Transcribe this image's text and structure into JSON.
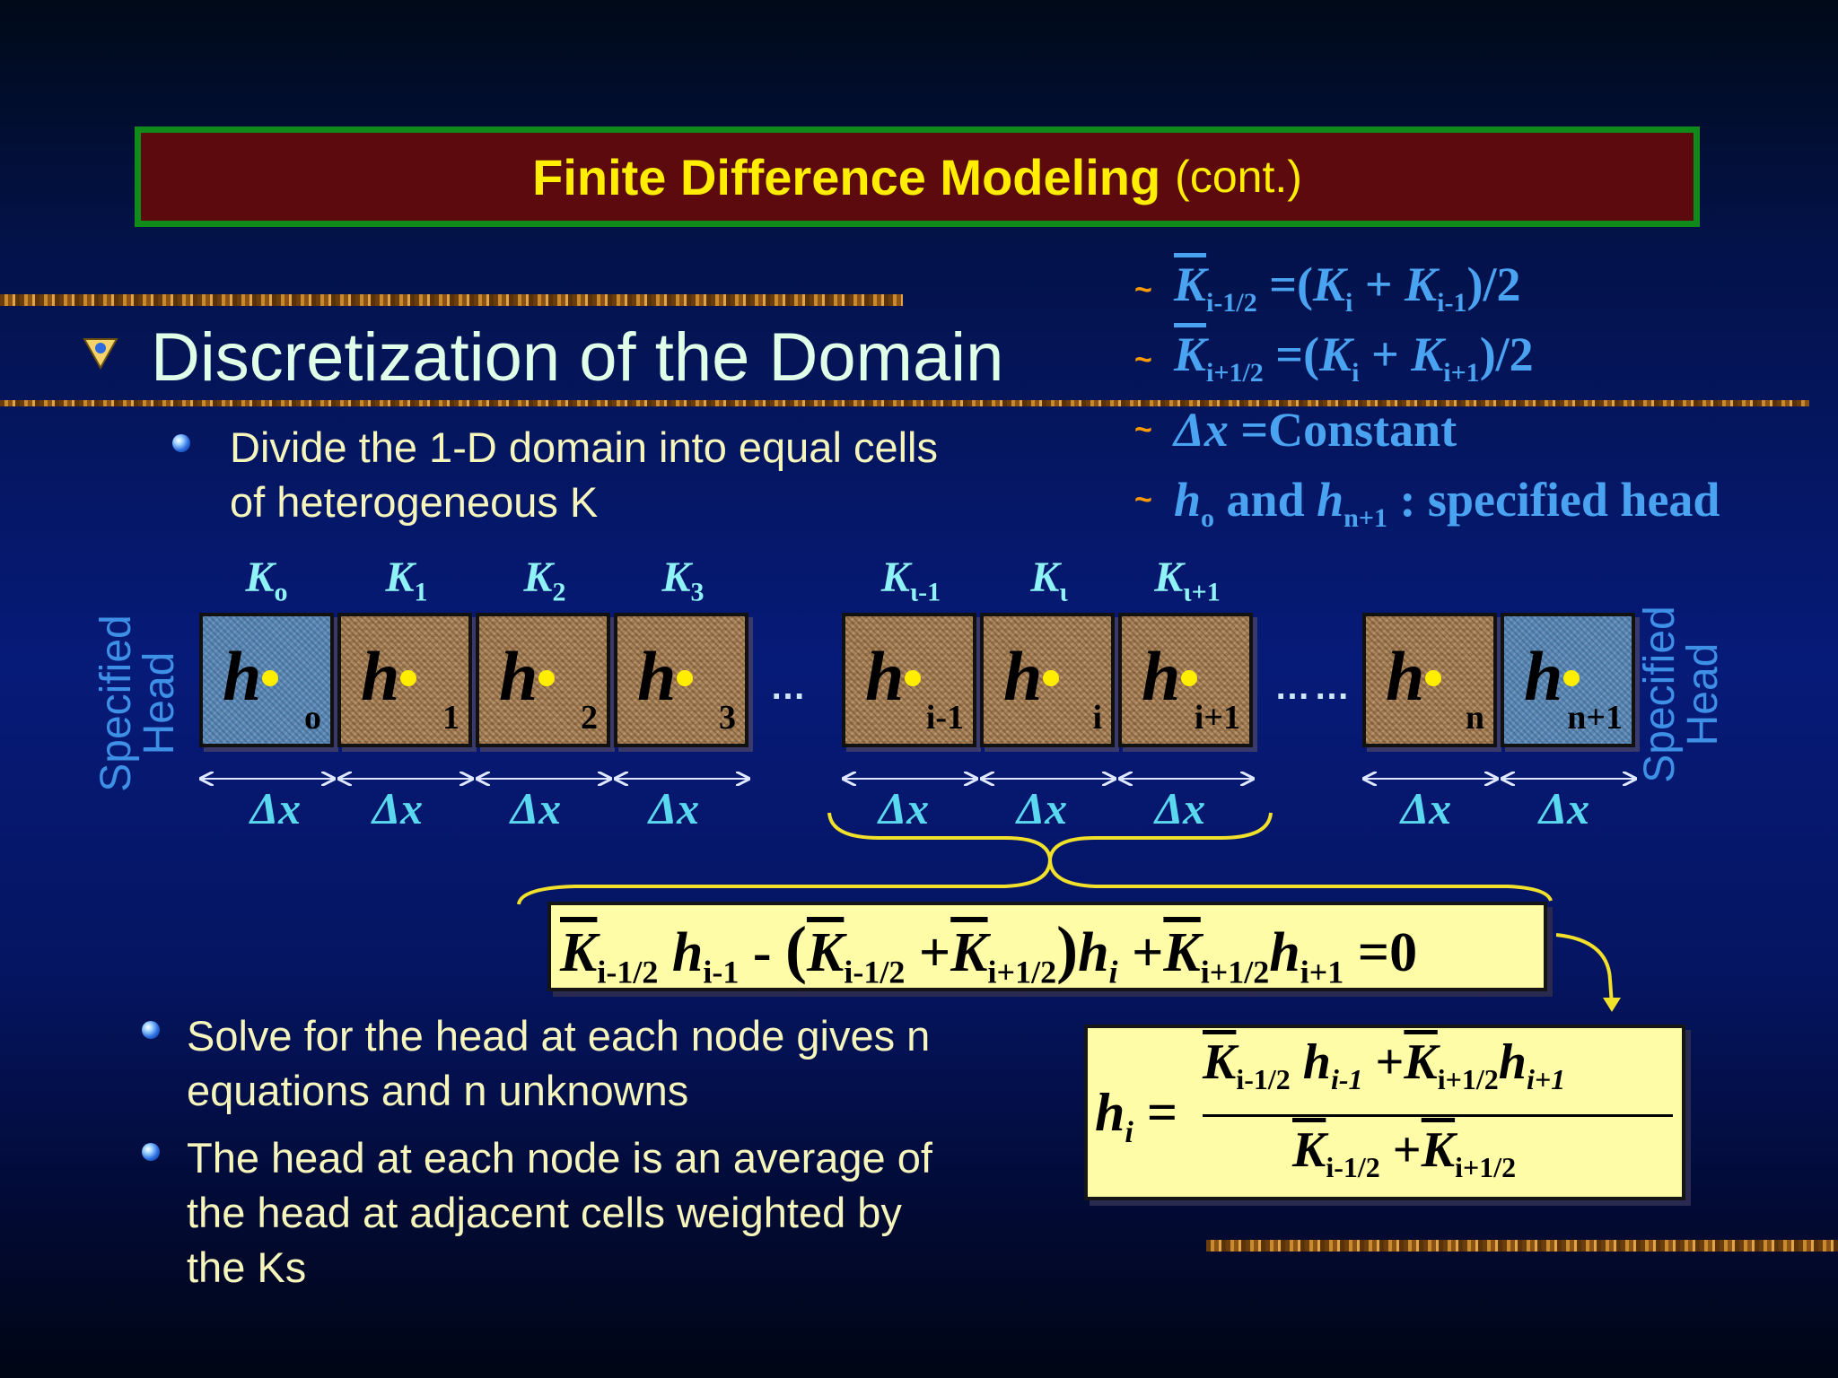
{
  "title": {
    "main": "Finite Difference Modeling",
    "sub": "(cont.)"
  },
  "heading": "Discretization of the Domain",
  "sub_bullet": {
    "line1": "Divide the 1-D domain into equal cells",
    "line2": "of heterogeneous K"
  },
  "formulas": {
    "f1": {
      "lhs_sub": "i-1/2",
      "op": "=(",
      "k1_sub": "i",
      "plus": "+",
      "k2_sub": "i-1",
      "end": ")/2"
    },
    "f2": {
      "lhs_sub": "i+1/2",
      "op": "=(",
      "k1_sub": "i",
      "plus": "+",
      "k2_sub": "i+1",
      "end": ")/2"
    },
    "f3": {
      "dx": "Δx",
      "rest": "=Constant"
    },
    "f4": {
      "h": "h",
      "h0_sub": "o",
      "and": "and",
      "h2_sub": "n+1",
      "rest": ": specified head"
    }
  },
  "k_labels": [
    {
      "k": "K",
      "sub": "o"
    },
    {
      "k": "K",
      "sub": "1"
    },
    {
      "k": "K",
      "sub": "2"
    },
    {
      "k": "K",
      "sub": "3"
    },
    {
      "k": "K",
      "sub": "ι-1"
    },
    {
      "k": "K",
      "sub": "ι"
    },
    {
      "k": "K",
      "sub": "ι+1"
    }
  ],
  "cells": [
    {
      "h": "h",
      "sub": "o"
    },
    {
      "h": "h",
      "sub": "1"
    },
    {
      "h": "h",
      "sub": "2"
    },
    {
      "h": "h",
      "sub": "3"
    },
    {
      "h": "h",
      "sub": "i-1"
    },
    {
      "h": "h",
      "sub": "i"
    },
    {
      "h": "h",
      "sub": "i+1"
    },
    {
      "h": "h",
      "sub": "n"
    },
    {
      "h": "h",
      "sub": "n+1"
    }
  ],
  "ellipsis1": "…",
  "ellipsis2": "……",
  "dx_label": "Δx",
  "specified_head": {
    "line1": "Specified",
    "line2": "Head"
  },
  "equation1": {
    "t1_sub": "i-1/2",
    "h1": "h",
    "h1_sub": "i-1",
    "minus": "-",
    "open": "(",
    "t2_sub": "i-1/2",
    "plus": "+",
    "t3_sub": "i+1/2",
    "close": ")",
    "h2": "h",
    "h2_sub": "i",
    "plus2": "+",
    "t4_sub": "i+1/2",
    "h3": "h",
    "h3_sub": "i+1",
    "eq": "=0"
  },
  "equation2": {
    "lhs": "h",
    "lhs_sub": "i",
    "eq": "=",
    "num_t1_sub": "i-1/2",
    "num_h1": "h",
    "num_h1_sub": "i-1",
    "num_plus": "+",
    "num_t2_sub": "i+1/2",
    "num_h2": "h",
    "num_h2_sub": "i+1",
    "den_t1_sub": "i-1/2",
    "den_plus": "+",
    "den_t2_sub": "i+1/2"
  },
  "bullets": [
    {
      "line1": "Solve for the head at each node gives n",
      "line2": "equations and n unknowns"
    },
    {
      "line1": "The head at each node is an average of",
      "line2": "the head at adjacent cells weighted by",
      "line3": "the Ks"
    }
  ],
  "colors": {
    "title_bg": "#5c0a0e",
    "title_border": "#118a1c",
    "title_text": "#ffee00",
    "formula": "#4aa3f0",
    "eq_bg": "#fffca8"
  }
}
